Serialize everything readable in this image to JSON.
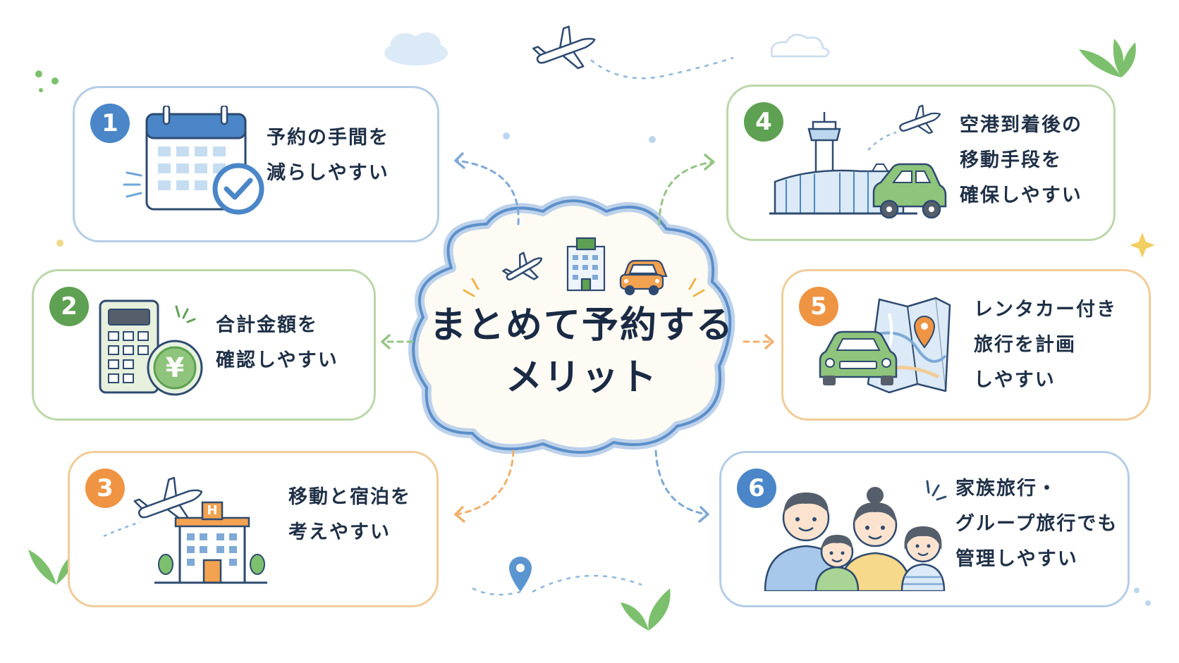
{
  "center": {
    "line1": "まとめて予約する",
    "line2": "メリット"
  },
  "cards": [
    {
      "num": "1",
      "lines": [
        "予約の手間を",
        "減らしやすい"
      ]
    },
    {
      "num": "2",
      "lines": [
        "合計金額を",
        "確認しやすい"
      ]
    },
    {
      "num": "3",
      "lines": [
        "移動と宿泊を",
        "考えやすい"
      ]
    },
    {
      "num": "4",
      "lines": [
        "空港到着後の",
        "移動手段を",
        "確保しやすい"
      ]
    },
    {
      "num": "5",
      "lines": [
        "レンタカー付き",
        "旅行を計画",
        "しやすい"
      ]
    },
    {
      "num": "6",
      "lines": [
        "家族旅行・",
        "グループ旅行でも",
        "管理しやすい"
      ]
    }
  ],
  "icon_labels": {
    "hotel_sign": "H",
    "yen": "¥"
  },
  "colors": {
    "blue": "#4a86c8",
    "green": "#5fa152",
    "orange": "#ef9443",
    "navy": "#1f3047"
  }
}
